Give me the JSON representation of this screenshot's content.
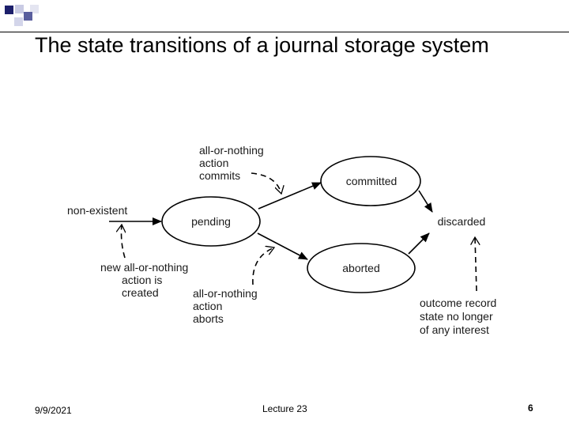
{
  "slide": {
    "title": "The state transitions of a journal storage system",
    "date": "9/9/2021",
    "center_footer": "Lecture 23",
    "page_number": "6"
  },
  "theme": {
    "square_dark": "#1c1f6b",
    "square_mid": "#5a5f9e",
    "square_light": "#c9cbe4",
    "square_pale": "#e4e5f1"
  },
  "diagram": {
    "states": {
      "pending": "pending",
      "committed": "committed",
      "aborted": "aborted",
      "discarded": "discarded",
      "non_existent": "non-existent"
    },
    "annotations": {
      "commits": [
        "all-or-nothing",
        "action",
        "commits"
      ],
      "created": [
        "new all-or-nothing",
        "action is",
        "created"
      ],
      "aborts": [
        "all-or-nothing",
        "action",
        "aborts"
      ],
      "outcome": [
        "outcome record",
        "state no longer",
        "of any interest"
      ]
    }
  }
}
